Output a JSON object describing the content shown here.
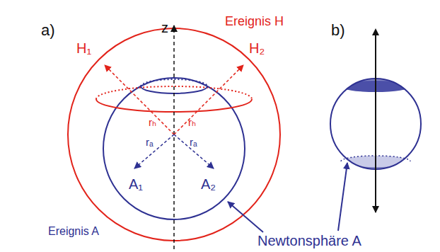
{
  "diagram": {
    "labels": [
      "a)",
      "z",
      "Ereignis H",
      "H₁",
      "H₂",
      "rₕ",
      "rₕ",
      "rₐ",
      "rₐ",
      "A₁",
      "A₂",
      "Ereignis A",
      "Newtonsphäre A",
      "b)"
    ]
  }
}
